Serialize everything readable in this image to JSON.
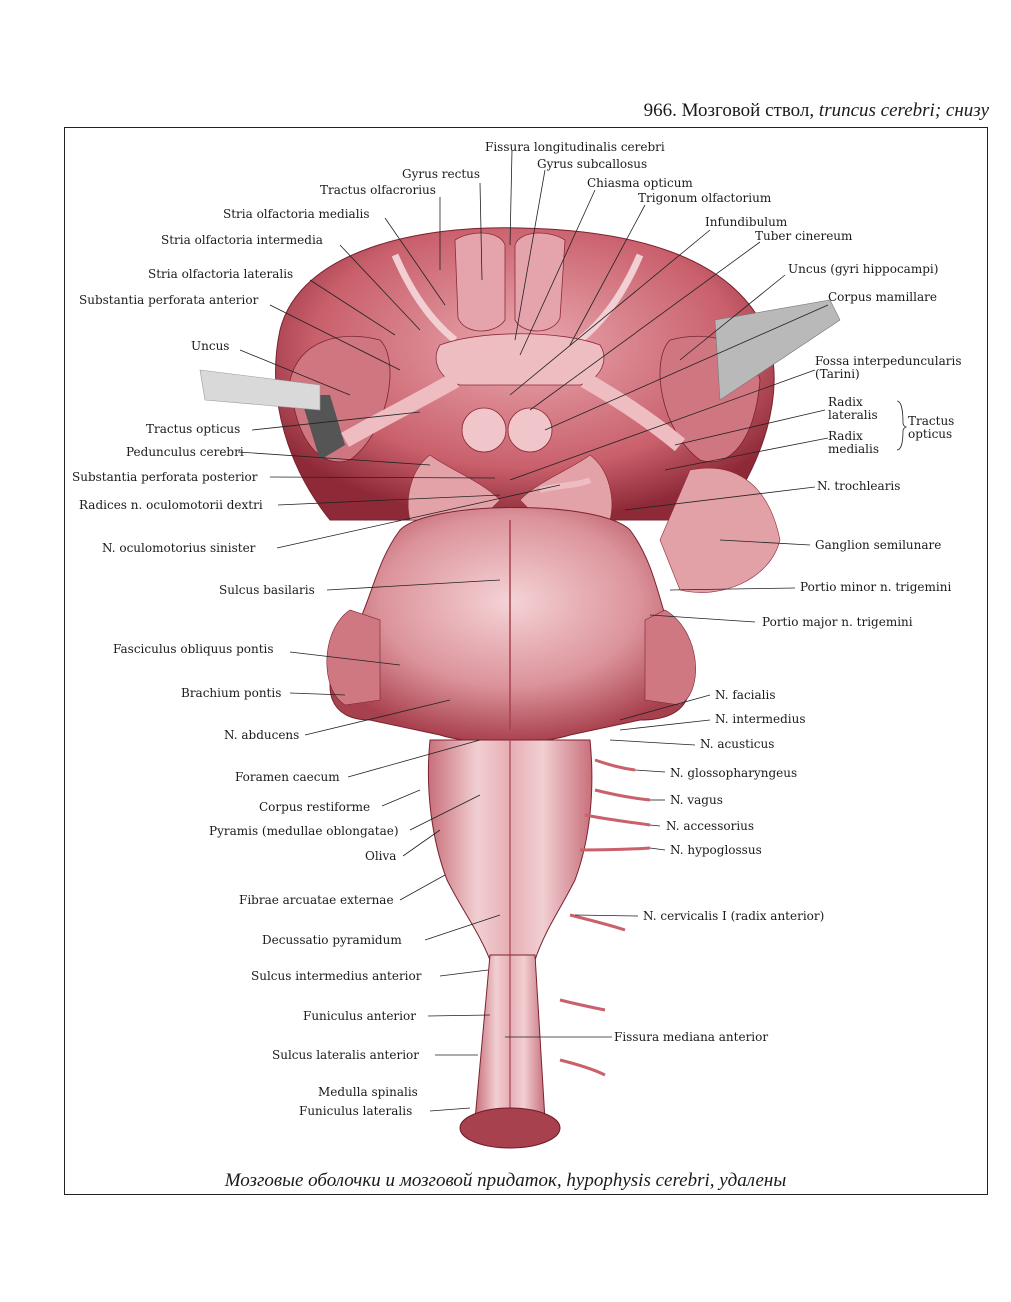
{
  "plate": {
    "number": "966.",
    "title_ru": "Мозговой ствол,",
    "title_lat": "truncus cerebri;",
    "view": "снизу"
  },
  "caption": "Мозговые оболочки и мозговой придаток, hypophysis cerebri, удалены",
  "colors": {
    "tissue": "#d8868f",
    "tissue_dark": "#a8414e",
    "tissue_light": "#f2c9cd",
    "gray": "#9a9a9a"
  },
  "labels": {
    "fissura_longitudinalis": "Fissura longitudinalis cerebri",
    "gyrus_subcallosus": "Gyrus subcallosus",
    "gyrus_rectus": "Gyrus rectus",
    "chiasma_opticum": "Chiasma opticum",
    "tractus_olfactorius": "Tractus olfacrorius",
    "trigonum_olfactorium": "Trigonum olfactorium",
    "stria_medialis": "Stria olfactoria medialis",
    "infundibulum": "Infundibulum",
    "stria_intermedia": "Stria olfactoria intermedia",
    "tuber_cinereum": "Tuber cinereum",
    "stria_lateralis": "Stria olfactoria lateralis",
    "uncus_gyri": "Uncus (gyri hippocampi)",
    "substantia_perforata_anterior": "Substantia perforata anterior",
    "corpus_mamillare": "Corpus mamillare",
    "uncus": "Uncus",
    "fossa_interpeduncularis": "Fossa interpeduncularis",
    "tarini": "(Tarini)",
    "radix_lateralis_1": "Radix",
    "radix_lateralis_2": "lateralis",
    "tractus_opticus_right_1": "Tractus",
    "tractus_opticus_right_2": "opticus",
    "tractus_opticus": "Tractus opticus",
    "radix_medialis_1": "Radix",
    "radix_medialis_2": "medialis",
    "pedunculus_cerebri": "Pedunculus cerebri",
    "substantia_perforata_posterior": "Substantia perforata posterior",
    "n_trochlearis": "N. trochlearis",
    "radices_oculomotorii": "Radices n. oculomotorii dextri",
    "n_oculomotorius_sinister": "N. oculomotorius sinister",
    "ganglion_semilunare": "Ganglion semilunare",
    "sulcus_basilaris": "Sulcus basilaris",
    "portio_minor": "Portio minor n. trigemini",
    "portio_major": "Portio major n. trigemini",
    "fasciculus_obliquus": "Fasciculus obliquus pontis",
    "brachium_pontis": "Brachium pontis",
    "n_facialis": "N. facialis",
    "n_intermedius": "N. intermedius",
    "n_abducens": "N. abducens",
    "n_acusticus": "N. acusticus",
    "foramen_caecum": "Foramen caecum",
    "n_glossopharyngeus": "N. glossopharyngeus",
    "corpus_restiforme": "Corpus restiforme",
    "n_vagus": "N. vagus",
    "pyramis": "Pyramis (medullae oblongatae)",
    "n_accessorius": "N. accessorius",
    "oliva": "Oliva",
    "n_hypoglossus": "N. hypoglossus",
    "fibrae_arcuatae": "Fibrae arcuatae externae",
    "n_cervicalis": "N. cervicalis I (radix anterior)",
    "decussatio_pyramidum": "Decussatio pyramidum",
    "sulcus_intermedius": "Sulcus intermedius anterior",
    "funiculus_anterior": "Funiculus anterior",
    "fissura_mediana": "Fissura mediana anterior",
    "sulcus_lateralis": "Sulcus lateralis anterior",
    "medulla_spinalis": "Medulla spinalis",
    "funiculus_lateralis": "Funiculus lateralis"
  }
}
